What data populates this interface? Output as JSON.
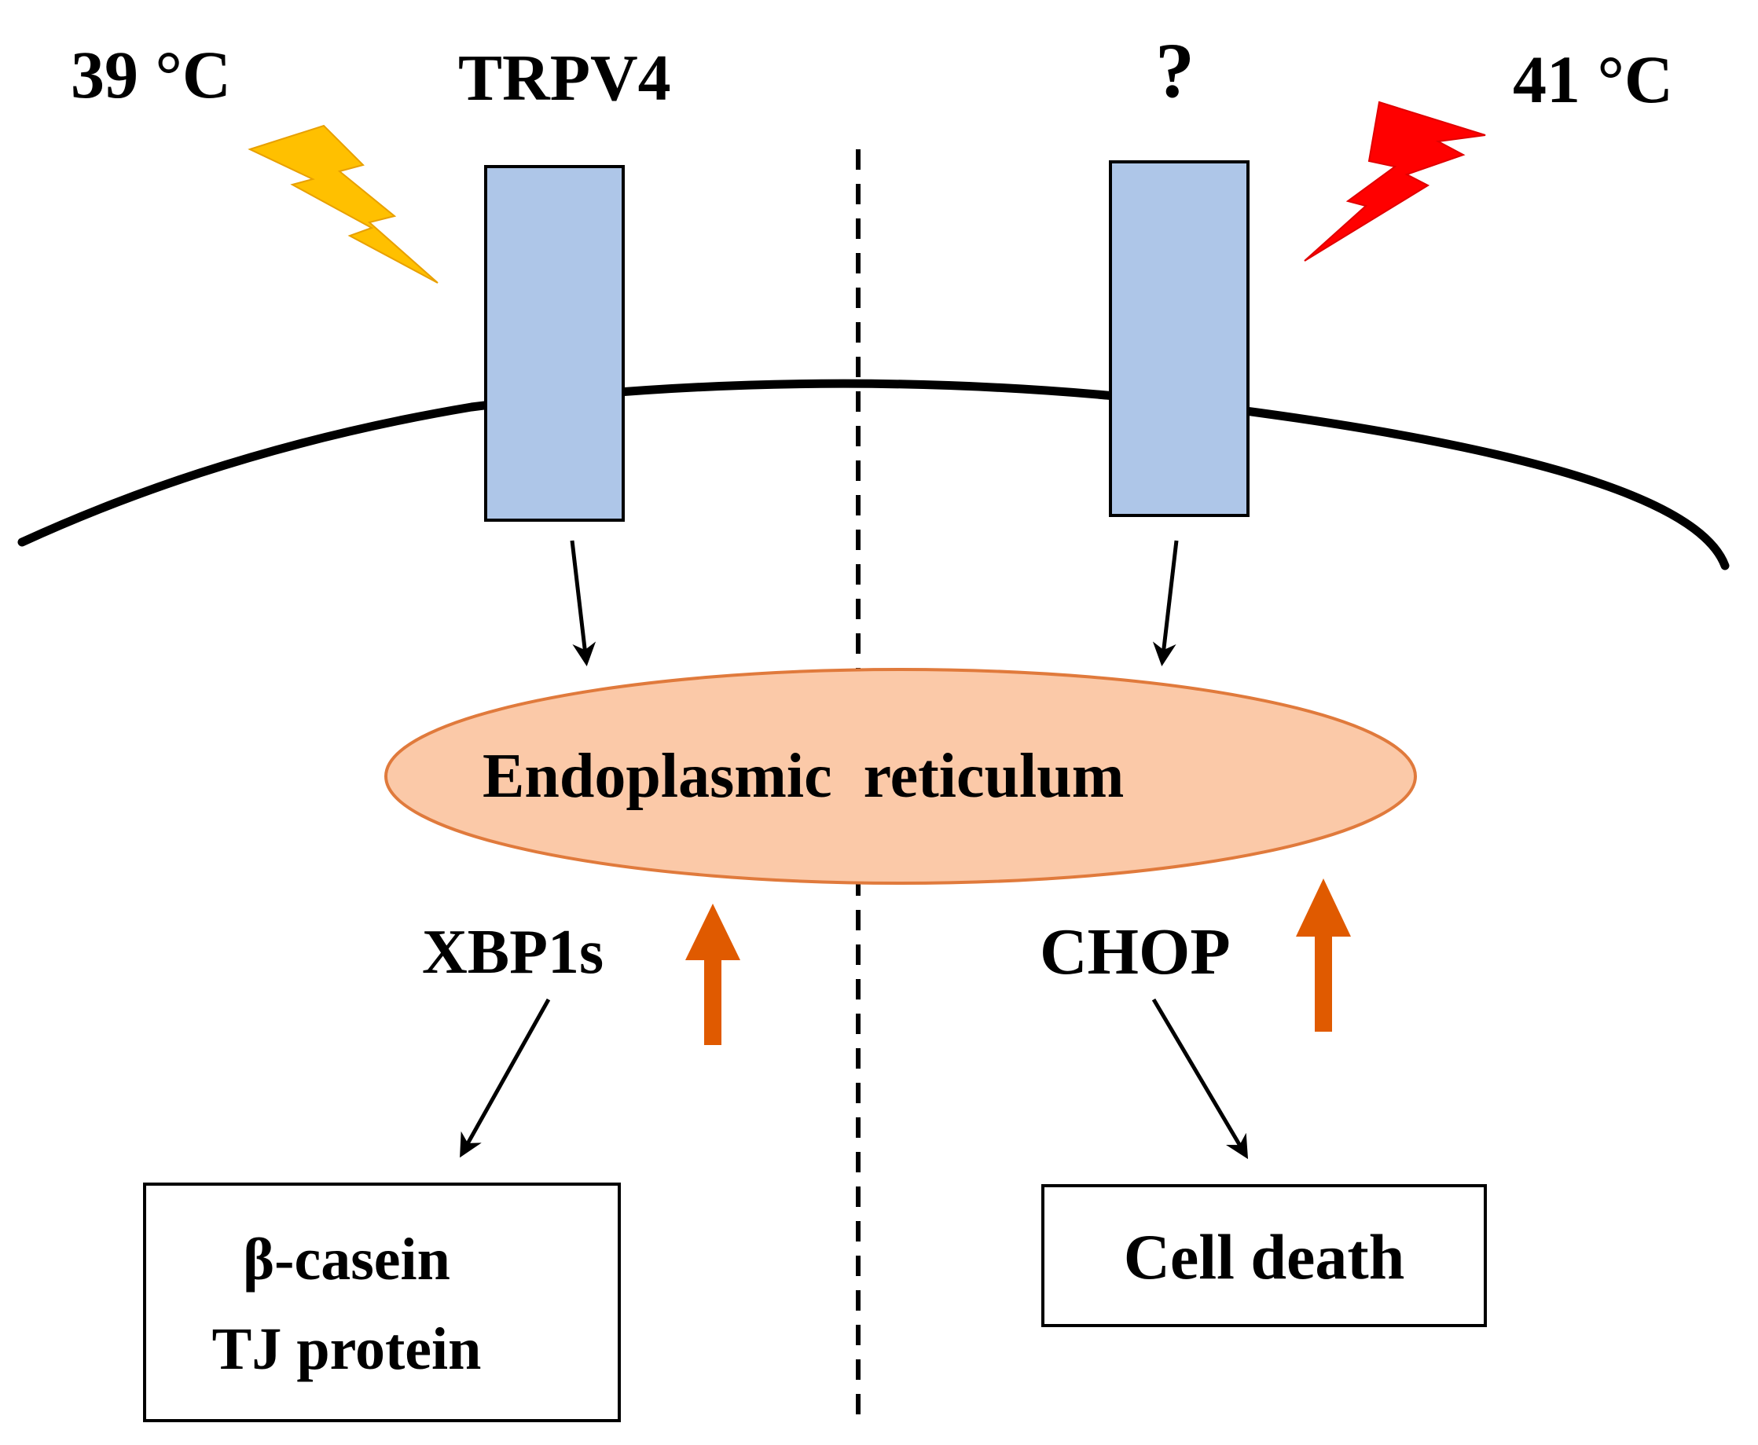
{
  "labels": {
    "temp_left": "39 °C",
    "temp_right": "41 °C",
    "receptor_left": "TRPV4",
    "receptor_right": "?",
    "organelle": "Endoplasmic  reticulum",
    "factor_left": "XBP1s",
    "factor_right": "CHOP",
    "outcome_left_line1": "β-casein",
    "outcome_left_line2": "TJ protein",
    "outcome_right": "Cell death"
  },
  "colors": {
    "bolt_left": "#FFC000",
    "bolt_right": "#FF0000",
    "channel_fill": "#AEC6E8",
    "er_fill": "#FBC9A8",
    "er_stroke": "#E07A3C",
    "up_arrow": "#E05A00",
    "line": "#000000"
  }
}
